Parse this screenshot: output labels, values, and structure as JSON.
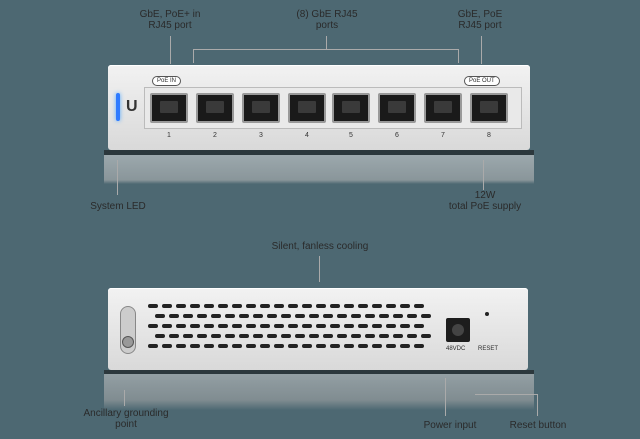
{
  "labels": {
    "poe_in": {
      "line1": "GbE, PoE+ in",
      "line2": "RJ45 port"
    },
    "gbe_ports": {
      "line1": "(8) GbE RJ45",
      "line2": "ports"
    },
    "poe_out": {
      "line1": "GbE, PoE",
      "line2": "RJ45 port"
    },
    "system_led": "System LED",
    "poe_supply": {
      "line1": "12W",
      "line2": "total PoE supply"
    },
    "cooling": "Silent, fanless cooling",
    "grounding": {
      "line1": "Ancillary grounding",
      "line2": "point"
    },
    "power_input": "Power input",
    "reset_button": "Reset button"
  },
  "front": {
    "tag_in": "PoE IN",
    "tag_out": "PoE OUT",
    "logo": "U",
    "ports": [
      "1",
      "2",
      "3",
      "4",
      "5",
      "6",
      "7",
      "8"
    ]
  },
  "back": {
    "dc_label": "48VDC",
    "reset_label": "RESET"
  },
  "colors": {
    "background": "#4d6872",
    "led": "#2f7bff"
  }
}
